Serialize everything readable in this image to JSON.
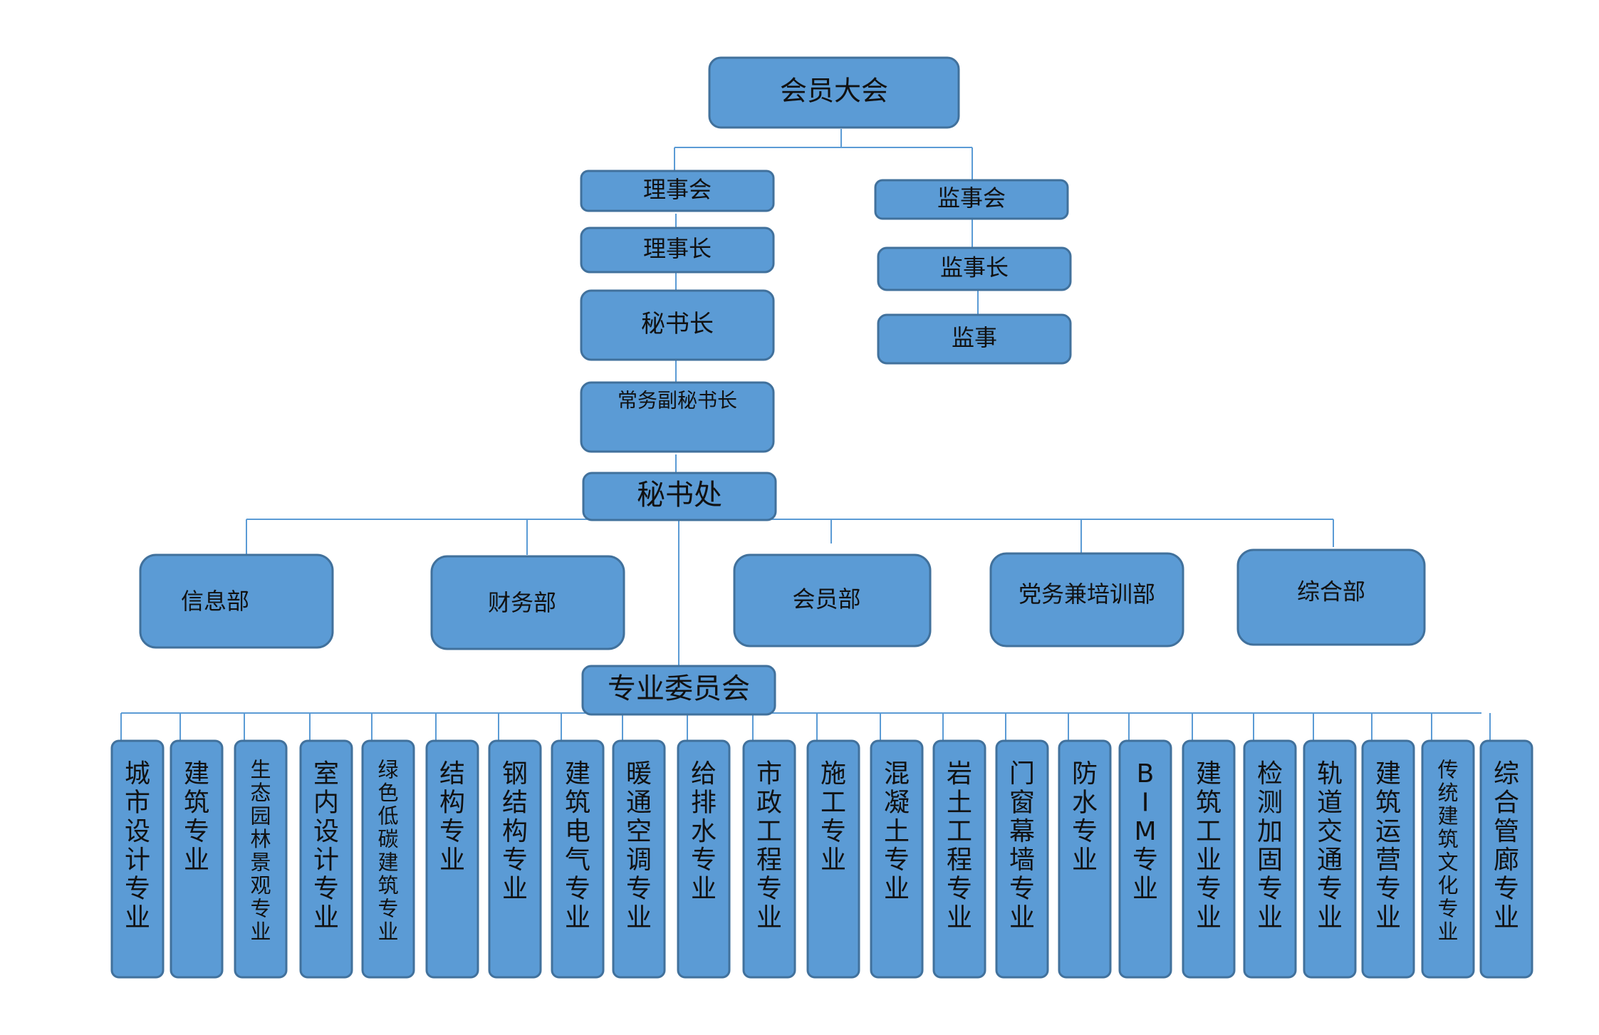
{
  "diagram": {
    "top": {
      "label": "会员大会"
    },
    "council": {
      "label": "理事会"
    },
    "chairman": {
      "label": "理事长"
    },
    "secretary_general": {
      "label": "秘书长"
    },
    "executive_deputy": {
      "label": "常务副秘书长"
    },
    "secretariat": {
      "label": "秘书处"
    },
    "supervisory_board": {
      "label": "监事会"
    },
    "chief_supervisor": {
      "label": "监事长"
    },
    "supervisor": {
      "label": "监事"
    },
    "committee": {
      "label": "专业委员会"
    },
    "departments": [
      {
        "id": "info",
        "label": "信息部"
      },
      {
        "id": "finance",
        "label": "财务部"
      },
      {
        "id": "member",
        "label": "会员部"
      },
      {
        "id": "party",
        "label": "党务兼培训部"
      },
      {
        "id": "general",
        "label": "综合部"
      }
    ],
    "specialties": [
      {
        "label": "城市设计专业"
      },
      {
        "label": "建筑专业"
      },
      {
        "label": "生态园林景观专业"
      },
      {
        "label": "室内设计专业"
      },
      {
        "label": "绿色低碳建筑专业"
      },
      {
        "label": "结构专业"
      },
      {
        "label": "钢结构专业"
      },
      {
        "label": "建筑电气专业"
      },
      {
        "label": "暖通空调专业"
      },
      {
        "label": "给排水专业"
      },
      {
        "label": "市政工程专业"
      },
      {
        "label": "施工专业"
      },
      {
        "label": "混凝土专业"
      },
      {
        "label": "岩土工程专业"
      },
      {
        "label": "门窗幕墙专业"
      },
      {
        "label": "防水专业"
      },
      {
        "label": "BIM专业"
      },
      {
        "label": "建筑工业专业"
      },
      {
        "label": "检测加固专业"
      },
      {
        "label": "轨道交通专业"
      },
      {
        "label": "建筑运营专业"
      },
      {
        "label": "传统建筑文化专业"
      },
      {
        "label": "综合管廊专业"
      }
    ]
  },
  "colors": {
    "box_fill": "#5b9bd5",
    "box_border": "#41719c",
    "line": "#5b9bd5",
    "text": "#111111"
  }
}
